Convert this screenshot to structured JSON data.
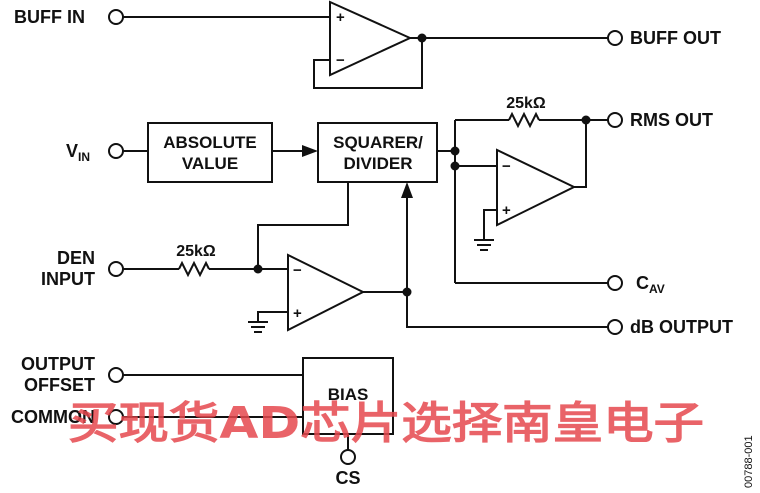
{
  "pins": {
    "buff_in": "BUFF IN",
    "buff_out": "BUFF OUT",
    "rms_out": "RMS OUT",
    "vin_main": "V",
    "vin_sub": "IN",
    "den_input_line1": "DEN",
    "den_input_line2": "INPUT",
    "cav_main": "C",
    "cav_sub": "AV",
    "db_output": "dB OUTPUT",
    "output_offset_line1": "OUTPUT",
    "output_offset_line2": "OFFSET",
    "common": "COMMON",
    "cs": "CS"
  },
  "blocks": {
    "absolute_value_line1": "ABSOLUTE",
    "absolute_value_line2": "VALUE",
    "squarer_divider_line1": "SQUARER/",
    "squarer_divider_line2": "DIVIDER",
    "bias": "BIAS"
  },
  "resistors": {
    "r_rms": "25kΩ",
    "r_den": "25kΩ"
  },
  "opamp_signs": {
    "plus": "+",
    "minus": "−"
  },
  "watermark": "买现货AD芯片选择南皇电子",
  "figure_code": "00788-001"
}
